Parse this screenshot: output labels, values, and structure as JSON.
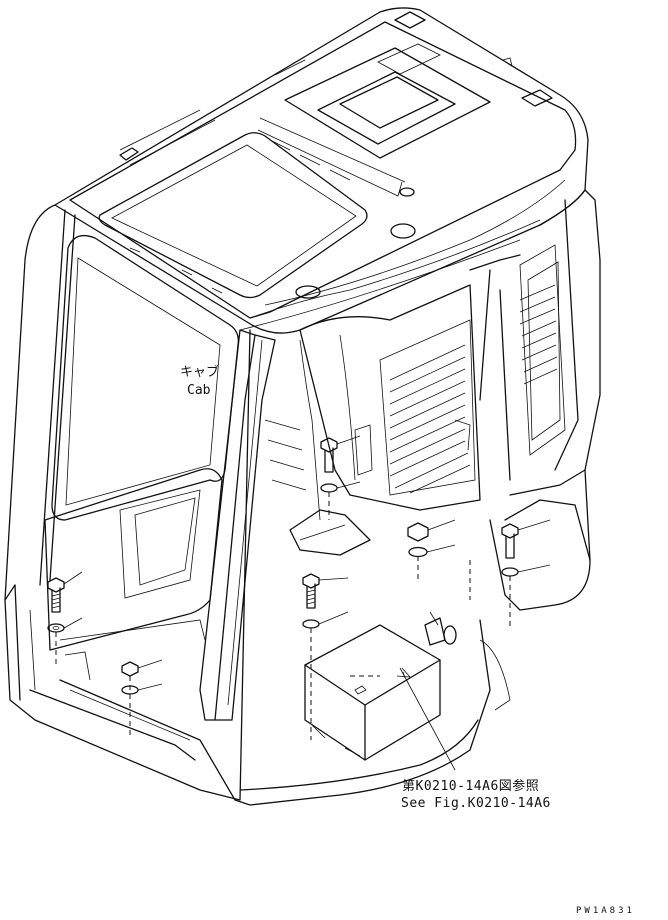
{
  "labels": {
    "cab_ja": "キャブ",
    "cab_en": "Cab",
    "reference_ja": "第K0210-14A6図参照",
    "reference_en": "See Fig.K0210-14A6",
    "drawing_code": "PW1A831"
  },
  "colors": {
    "line": "#111111",
    "background": "#ffffff"
  }
}
